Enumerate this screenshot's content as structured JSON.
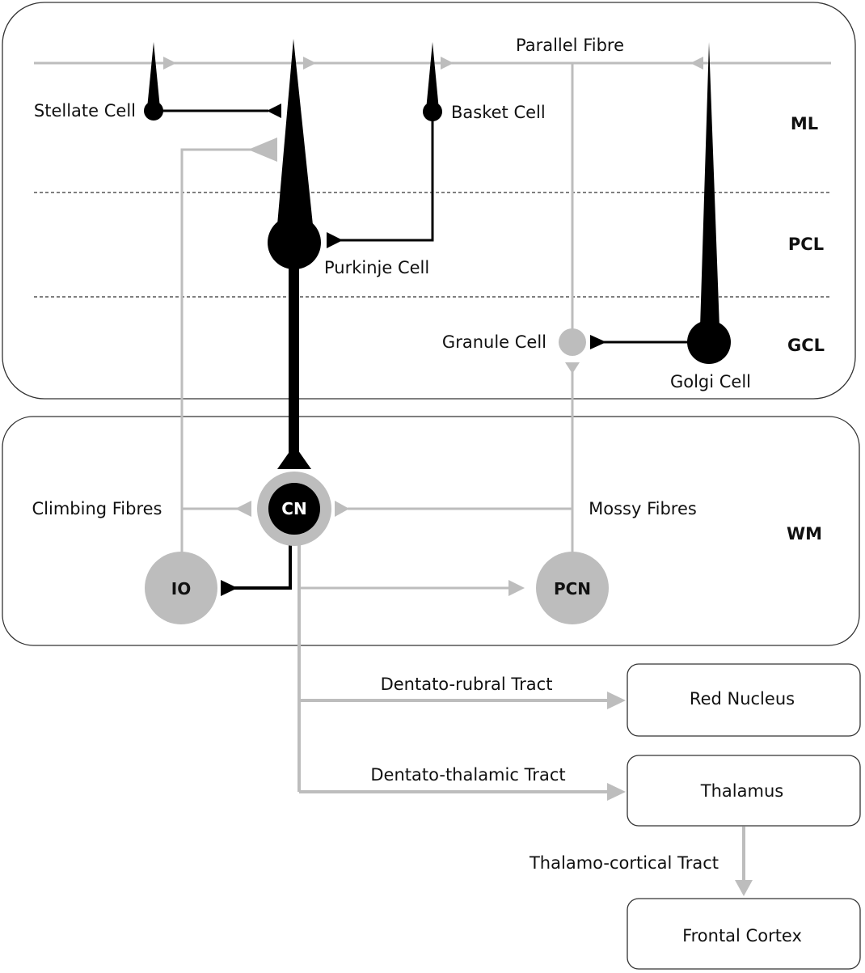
{
  "labels": {
    "parallel_fibre": "Parallel Fibre",
    "stellate_cell": "Stellate Cell",
    "basket_cell": "Basket Cell",
    "purkinje_cell": "Purkinje Cell",
    "granule_cell": "Granule Cell",
    "golgi_cell": "Golgi Cell",
    "climbing_fibres": "Climbing Fibres",
    "mossy_fibres": "Mossy Fibres",
    "dentato_rubral": "Dentato-rubral Tract",
    "dentato_thalamic": "Dentato-thalamic Tract",
    "thalamo_cortical": "Thalamo-cortical Tract"
  },
  "layers": {
    "ml": "ML",
    "pcl": "PCL",
    "gcl": "GCL",
    "wm": "WM"
  },
  "nodes": {
    "cn": "CN",
    "io": "IO",
    "pcn": "PCN"
  },
  "targets": {
    "red_nucleus": "Red Nucleus",
    "thalamus": "Thalamus",
    "frontal_cortex": "Frontal Cortex"
  },
  "colors": {
    "gray": "#bdbdbd",
    "black": "#000000"
  }
}
